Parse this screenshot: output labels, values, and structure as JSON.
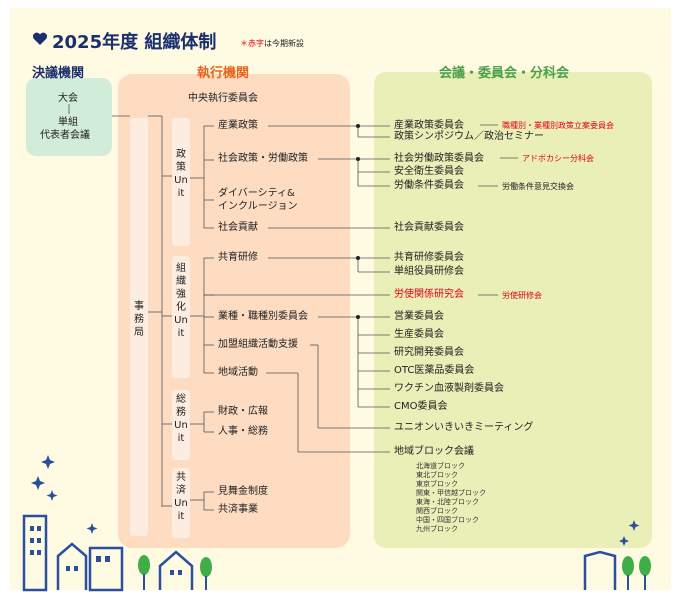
{
  "header": {
    "title": "2025年度 組織体制",
    "note_mark": "＊",
    "note_red": "赤字",
    "note_rest": "は今期新設"
  },
  "sections": {
    "decision": "決議機関",
    "executive": "執行機関",
    "committees": "会議・委員会・分科会"
  },
  "decision": {
    "convention": "大会",
    "delegates_1": "単組",
    "delegates_2": "代表者会議"
  },
  "executive": {
    "central": "中央執行委員会",
    "secretariat": "事務局",
    "units": {
      "policy": "政策Unit",
      "organization": "組織強化Unit",
      "general": "総務Unit",
      "mutual": "共済Unit"
    },
    "policy_items": [
      "産業政策",
      "社会政策・労働政策",
      "ダイバーシティ&",
      "インクルージョン",
      "社会貢献"
    ],
    "org_items": [
      "共育研修",
      "業種・職種別委員会",
      "加盟組織活動支援",
      "地域活動"
    ],
    "general_items": [
      "財政・広報",
      "人事・総務"
    ],
    "mutual_items": [
      "見舞金制度",
      "共済事業"
    ]
  },
  "committees": {
    "industry": [
      "産業政策委員会",
      "政策シンポジウム／政治セミナー"
    ],
    "industry_sub": "職種別・業種別政策立案委員会",
    "social": [
      "社会労働政策委員会",
      "安全衛生委員会",
      "労働条件委員会"
    ],
    "social_sub": "アドボカシー分科会",
    "labor_sub": "労働条件意見交換会",
    "contribution": "社会貢献委員会",
    "training": [
      "共育研修委員会",
      "単組役員研修会"
    ],
    "labor_relations": "労使関係研究会",
    "labor_relations_sub": "労使研修会",
    "industry_committees": [
      "営業委員会",
      "生産委員会",
      "研究開発委員会",
      "OTC医薬品委員会",
      "ワクチン血液製剤委員会",
      "CMO委員会"
    ],
    "union_meeting": "ユニオンいきいきミーティング",
    "regional": "地域ブロック会議",
    "blocks": [
      "北海道ブロック",
      "東北ブロック",
      "東京ブロック",
      "関東・甲信越ブロック",
      "東海・北陸ブロック",
      "関西ブロック",
      "中国・四国ブロック",
      "九州ブロック"
    ]
  }
}
